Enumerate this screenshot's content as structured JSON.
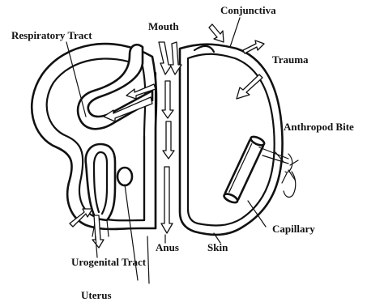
{
  "labels": {
    "respiratory_tract": "Respiratory Tract",
    "mouth": "Mouth",
    "conjunctiva": "Conjunctiva",
    "trauma": "Trauma",
    "anthropod_bite": "Anthropod Bite",
    "capillary": "Capillary",
    "anus": "Anus",
    "skin": "Skin",
    "urogenital_tract": "Urogenital Tract",
    "uterus": "Uterus"
  },
  "colors": {
    "ink": "#111111",
    "paper": "#ffffff"
  }
}
